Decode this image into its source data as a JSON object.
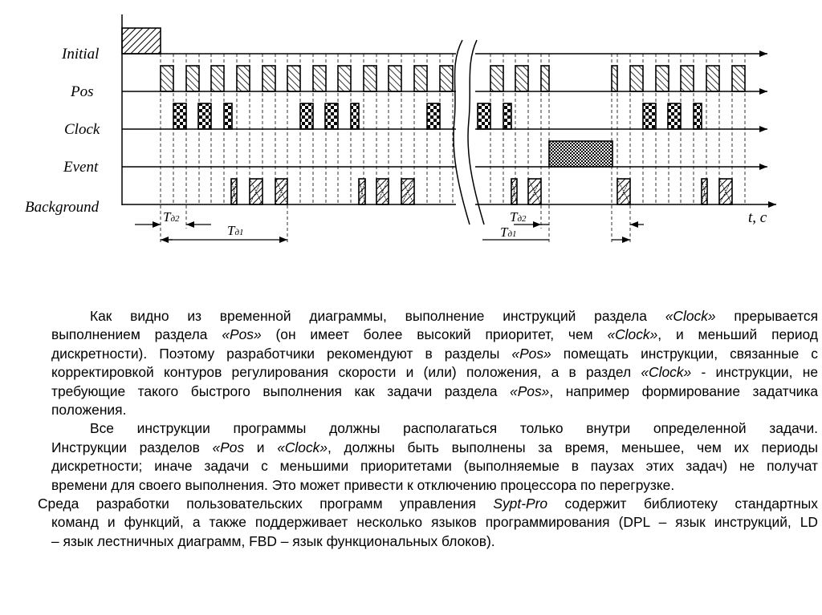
{
  "diagram": {
    "signals": [
      "Initial",
      "Pos",
      "Clock",
      "Event",
      "Background"
    ],
    "axis_label": "t, c",
    "periods": {
      "td2_main": "T",
      "td2_sub": "д2",
      "td1_main": "T",
      "td1_sub": "д1"
    }
  },
  "text": {
    "lines": [
      {
        "indent": "first",
        "justify": true,
        "segs": [
          [
            "Как видно из временной диаграммы, выполнение инструкций раздела ",
            false
          ],
          [
            "«Clock»",
            true
          ],
          [
            " прерывается",
            false
          ]
        ]
      },
      {
        "justify": true,
        "segs": [
          [
            "выполнением раздела ",
            false
          ],
          [
            "«Pos»",
            true
          ],
          [
            " (он имеет более высокий приоритет, чем ",
            false
          ],
          [
            "«Clock»",
            true
          ],
          [
            ", и меньший период",
            false
          ]
        ]
      },
      {
        "justify": true,
        "segs": [
          [
            "дискретности). Поэтому разработчики рекомендуют в разделы ",
            false
          ],
          [
            "«Pos»",
            true
          ],
          [
            " помещать инструкции, связанные с",
            false
          ]
        ]
      },
      {
        "justify": true,
        "segs": [
          [
            "корректировкой контуров регулирования скорости и (или) положения, а в раздел ",
            false
          ],
          [
            "«Clock»",
            true
          ],
          [
            " - инструкции, не",
            false
          ]
        ]
      },
      {
        "justify": true,
        "segs": [
          [
            "требующие такого быстрого выполнения как задачи раздела ",
            false
          ],
          [
            "«Pos»",
            true
          ],
          [
            ", например формирование задатчика",
            false
          ]
        ]
      },
      {
        "justify": false,
        "segs": [
          [
            "положения.",
            false
          ]
        ]
      },
      {
        "indent": "first",
        "justify": true,
        "segs": [
          [
            "Все инструкции программы должны располагаться только внутри определенной задачи.",
            false
          ]
        ]
      },
      {
        "justify": true,
        "segs": [
          [
            "Инструкции разделов ",
            false
          ],
          [
            "«Pos",
            true
          ],
          [
            "  и ",
            false
          ],
          [
            "«Clock»",
            true
          ],
          [
            ", должны быть выполнены за время, меньшее, чем их периоды",
            false
          ]
        ]
      },
      {
        "justify": true,
        "segs": [
          [
            "дискретности; иначе задачи с меньшими приоритетами (выполняемые в паузах этих задач) не получат",
            false
          ]
        ]
      },
      {
        "justify": false,
        "segs": [
          [
            "времени для своего выполнения. Это может привести к отключению процессора по перегрузке.",
            false
          ]
        ]
      },
      {
        "indent": "third",
        "justify": true,
        "segs": [
          [
            "Среда разработки пользовательских программ управления ",
            false
          ],
          [
            "Sypt-Pro",
            true
          ],
          [
            " содержит библиотеку стандартных",
            false
          ]
        ]
      },
      {
        "justify": true,
        "segs": [
          [
            "команд и функций, а также поддерживает несколько языков программирования (DPL – язык инструкций, LD",
            false
          ]
        ]
      },
      {
        "justify": false,
        "segs": [
          [
            "– язык лестничных диаграмм, FBD – язык функциональных блоков).",
            false
          ]
        ]
      }
    ]
  }
}
